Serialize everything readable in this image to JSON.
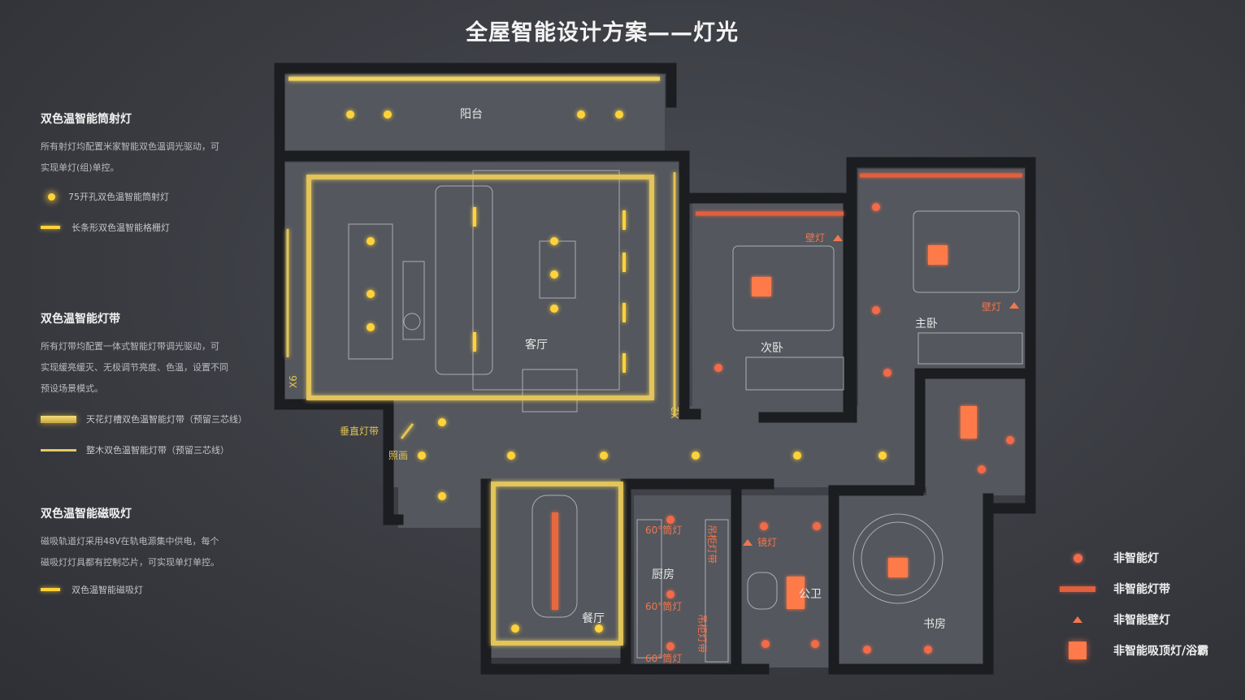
{
  "title": "全屋智能设计方案——灯光",
  "legend": {
    "spot": {
      "heading": "双色温智能筒射灯",
      "desc": [
        "所有射灯均配置米家智能双色温调光驱动，可",
        "实现单灯(组)单控。"
      ],
      "items": [
        "75开孔双色温智能筒射灯",
        "长条形双色温智能格栅灯"
      ]
    },
    "strip": {
      "heading": "双色温智能灯带",
      "desc": [
        "所有灯带均配置一体式智能灯带调光驱动，可",
        "实现缓亮缓灭、无极调节亮度、色温，设置不同",
        "预设场景模式。"
      ],
      "items": [
        "天花灯槽双色温智能灯带（预留三芯线）",
        "整木双色温智能灯带（预留三芯线）"
      ]
    },
    "magnetic": {
      "heading": "双色温智能磁吸灯",
      "desc": [
        "磁吸轨道灯采用48V在轨电源集中供电，每个",
        "磁吸灯灯具都有控制芯片，可实现单灯单控。"
      ],
      "items": [
        "双色温智能磁吸灯"
      ]
    }
  },
  "rooms": {
    "balcony": "阳台",
    "living": "客厅",
    "second_bedroom": "次卧",
    "master_bedroom": "主卧",
    "kitchen": "厨房",
    "dining": "餐厅",
    "bathroom": "公卫",
    "study": "书房"
  },
  "annotations": {
    "vertical_strip": "垂直灯带",
    "mirror_light": "照画",
    "wall_lamp_1": "壁灯",
    "wall_lamp_2": "壁灯",
    "mirror_lamp": "镜灯",
    "spot60_1": "60°筒灯",
    "spot60_2": "60°筒灯",
    "spot60_3": "60°筒灯",
    "cabinet_1": "吊柜灯带",
    "cabinet_2": "吊柜灯带",
    "x6": "X6",
    "x2": "X2"
  },
  "right_legend": [
    "非智能灯",
    "非智能灯带",
    "非智能壁灯",
    "非智能吸顶灯/浴霸"
  ],
  "colors": {
    "smart_light": "#ffd23a",
    "non_smart_light": "#f26b4a",
    "wall": "#1e1f23",
    "floor": "#55585e"
  }
}
